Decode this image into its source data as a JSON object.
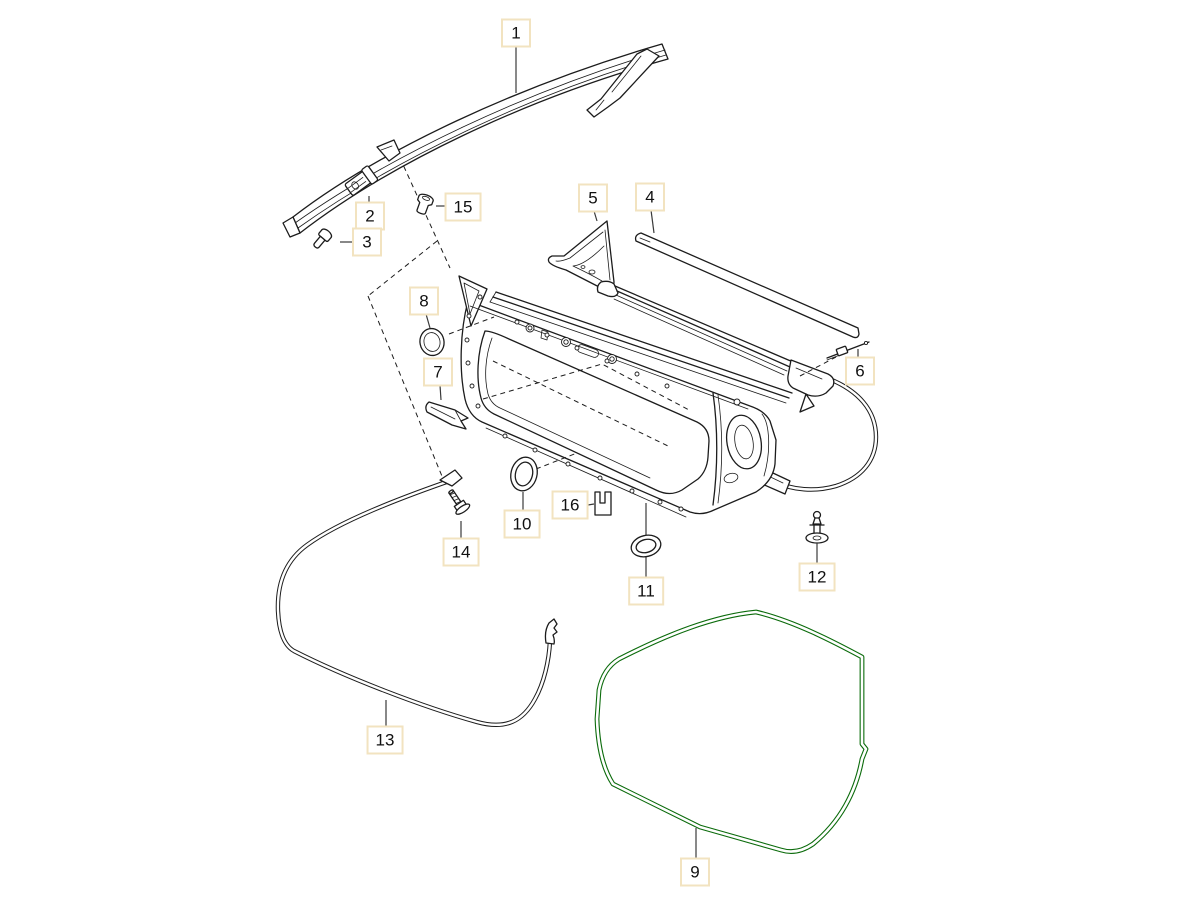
{
  "figure": {
    "type": "exploded-parts-diagram",
    "background_color": "#ffffff",
    "line_color": "#1c1c1c",
    "seal_highlight_color": "#0b6b0b",
    "callout_border_color": "#f2e3c0"
  },
  "callouts": [
    {
      "label": "1"
    },
    {
      "label": "2"
    },
    {
      "label": "3"
    },
    {
      "label": "4"
    },
    {
      "label": "5"
    },
    {
      "label": "6"
    },
    {
      "label": "7"
    },
    {
      "label": "8"
    },
    {
      "label": "9"
    },
    {
      "label": "10"
    },
    {
      "label": "11"
    },
    {
      "label": "12"
    },
    {
      "label": "13"
    },
    {
      "label": "14"
    },
    {
      "label": "15"
    },
    {
      "label": "16"
    }
  ]
}
